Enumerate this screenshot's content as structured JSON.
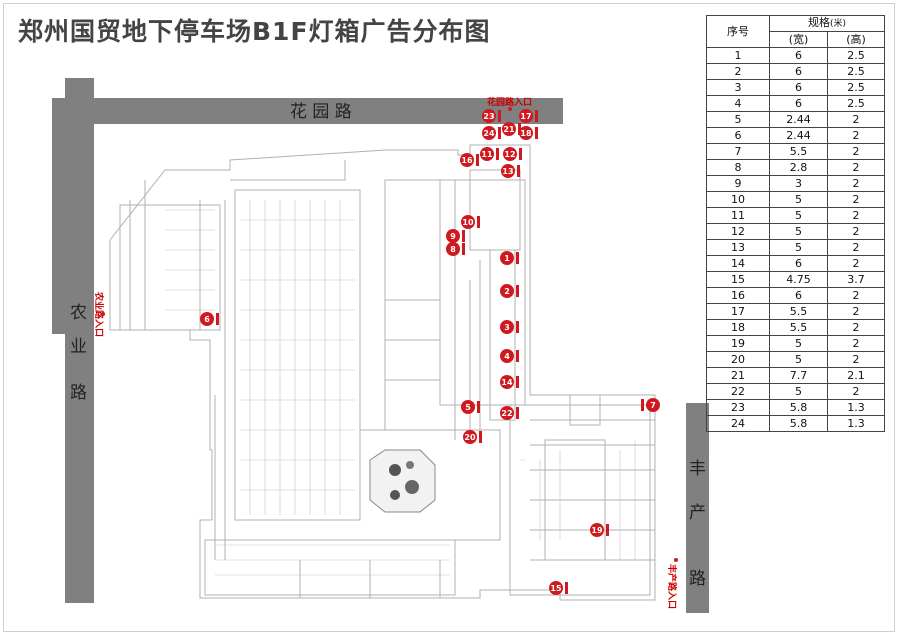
{
  "title": "郑州国贸地下停车场B1F灯箱广告分布图",
  "roads": {
    "north": "花 园 路",
    "west": [
      "农",
      "业",
      "路"
    ],
    "east": [
      "丰",
      "产",
      "路"
    ]
  },
  "entrances": {
    "north": "花园路入口",
    "west": "农业路入口",
    "east": "丰产路入口"
  },
  "markers": [
    "1",
    "2",
    "3",
    "4",
    "5",
    "6",
    "7",
    "8",
    "9",
    "10",
    "11",
    "12",
    "13",
    "14",
    "15",
    "16",
    "17",
    "18",
    "19",
    "20",
    "21",
    "22",
    "23",
    "24"
  ],
  "colors": {
    "marker": "#d0191f",
    "road": "#808080",
    "plan_line": "#b0b0b0",
    "title": "#444444"
  },
  "spec_table": {
    "headers": {
      "no": "序号",
      "spec": "规格",
      "unit": "(米)",
      "width": "(宽)",
      "height": "(高)"
    },
    "rows": [
      {
        "no": "1",
        "w": "6",
        "h": "2.5"
      },
      {
        "no": "2",
        "w": "6",
        "h": "2.5"
      },
      {
        "no": "3",
        "w": "6",
        "h": "2.5"
      },
      {
        "no": "4",
        "w": "6",
        "h": "2.5"
      },
      {
        "no": "5",
        "w": "2.44",
        "h": "2"
      },
      {
        "no": "6",
        "w": "2.44",
        "h": "2"
      },
      {
        "no": "7",
        "w": "5.5",
        "h": "2"
      },
      {
        "no": "8",
        "w": "2.8",
        "h": "2"
      },
      {
        "no": "9",
        "w": "3",
        "h": "2"
      },
      {
        "no": "10",
        "w": "5",
        "h": "2"
      },
      {
        "no": "11",
        "w": "5",
        "h": "2"
      },
      {
        "no": "12",
        "w": "5",
        "h": "2"
      },
      {
        "no": "13",
        "w": "5",
        "h": "2"
      },
      {
        "no": "14",
        "w": "6",
        "h": "2"
      },
      {
        "no": "15",
        "w": "4.75",
        "h": "3.7"
      },
      {
        "no": "16",
        "w": "6",
        "h": "2"
      },
      {
        "no": "17",
        "w": "5.5",
        "h": "2"
      },
      {
        "no": "18",
        "w": "5.5",
        "h": "2"
      },
      {
        "no": "19",
        "w": "5",
        "h": "2"
      },
      {
        "no": "20",
        "w": "5",
        "h": "2"
      },
      {
        "no": "21",
        "w": "7.7",
        "h": "2.1"
      },
      {
        "no": "22",
        "w": "5",
        "h": "2"
      },
      {
        "no": "23",
        "w": "5.8",
        "h": "1.3"
      },
      {
        "no": "24",
        "w": "5.8",
        "h": "1.3"
      }
    ]
  }
}
